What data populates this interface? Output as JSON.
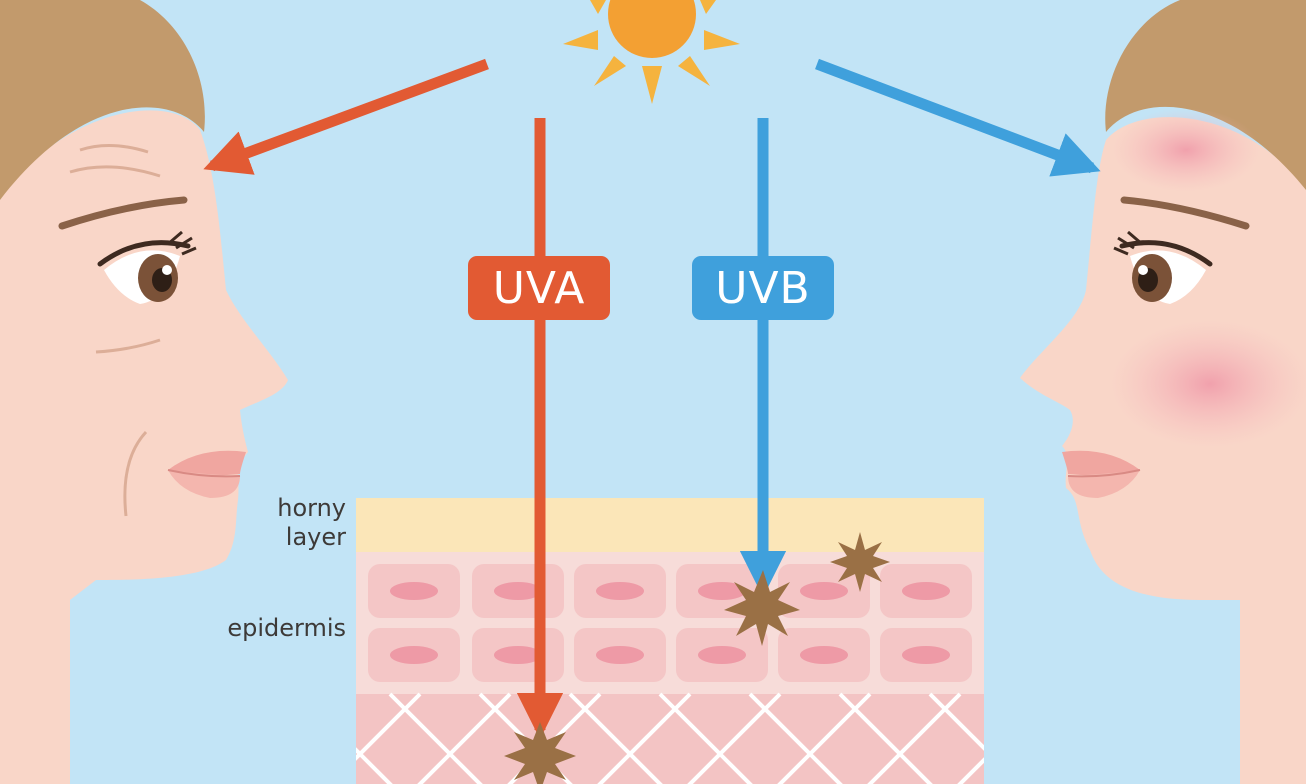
{
  "labels": {
    "uva": "UVA",
    "uvb": "UVB",
    "horny_line1": "horny",
    "horny_line2": "layer",
    "epidermis": "epidermis"
  },
  "colors": {
    "sky": "#c2e4f6",
    "uva": "#e25a33",
    "uvb": "#3fa0dc",
    "sun_core": "#f3a033",
    "sun_rays": "#f5b33e",
    "hair": "#c29a6c",
    "skin": "#f9d6c8",
    "horny_layer": "#fbe6b8",
    "epidermis": "#f7dcd9",
    "dermis": "#f3c4c4",
    "pigment": "#9a7045"
  },
  "icons": [
    "sun-icon",
    "pigment-spot-icon"
  ]
}
